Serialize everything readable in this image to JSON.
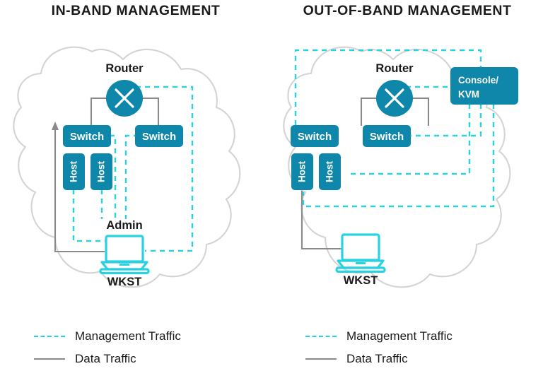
{
  "colors": {
    "node_fill": "#0e87ab",
    "node_text": "#ffffff",
    "mgmt_traffic": "#2ad2e0",
    "data_traffic": "#8a8a8a",
    "cloud_outline": "#d4d4d4",
    "title_text": "#1b1b1b",
    "background": "#ffffff"
  },
  "panels": [
    {
      "id": "in-band",
      "title": "IN-BAND MANAGEMENT",
      "nodes": {
        "router_label": "Router",
        "switch_left": "Switch",
        "switch_right": "Switch",
        "host_left": "Host",
        "host_right": "Host",
        "admin_label": "Admin",
        "wkst_label": "WKST"
      },
      "legend": [
        {
          "icon": "dashed-line-icon",
          "label": "Management Traffic",
          "style": "dashed",
          "color": "#2ad2e0"
        },
        {
          "icon": "solid-line-icon",
          "label": "Data Traffic",
          "style": "solid",
          "color": "#8a8a8a"
        }
      ]
    },
    {
      "id": "out-of-band",
      "title": "OUT-OF-BAND MANAGEMENT",
      "nodes": {
        "router_label": "Router",
        "switch_left": "Switch",
        "switch_right": "Switch",
        "host_left": "Host",
        "host_right": "Host",
        "console_kvm_line1": "Console/",
        "console_kvm_line2": "KVM",
        "wkst_label": "WKST"
      },
      "legend": [
        {
          "icon": "dashed-line-icon",
          "label": "Management Traffic",
          "style": "dashed",
          "color": "#2ad2e0"
        },
        {
          "icon": "solid-line-icon",
          "label": "Data Traffic",
          "style": "solid",
          "color": "#8a8a8a"
        }
      ]
    }
  ]
}
